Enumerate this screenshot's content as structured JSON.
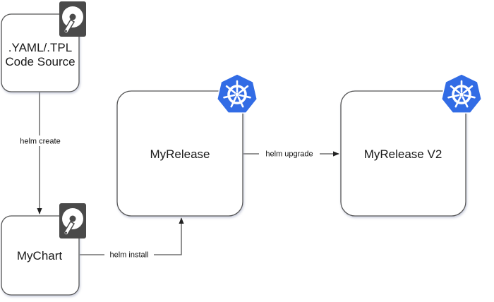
{
  "nodes": {
    "code_source": {
      "lines": [
        ".YAML/.TPL",
        "Code Source"
      ],
      "icon": "hard-disk-icon"
    },
    "mychart": {
      "label": "MyChart",
      "icon": "hard-disk-icon"
    },
    "myrelease": {
      "label": "MyRelease",
      "icon": "kubernetes-icon"
    },
    "myrelease_v2": {
      "label": "MyRelease V2",
      "icon": "kubernetes-icon"
    }
  },
  "edges": {
    "create": {
      "label": "helm create",
      "from": "code_source",
      "to": "mychart"
    },
    "install": {
      "label": "helm install",
      "from": "mychart",
      "to": "myrelease"
    },
    "upgrade": {
      "label": "helm upgrade",
      "from": "myrelease",
      "to": "myrelease_v2"
    }
  },
  "colors": {
    "kubernetes_blue": "#326ce5",
    "disk_dark": "#4a4a4a",
    "stroke": "#555555"
  }
}
